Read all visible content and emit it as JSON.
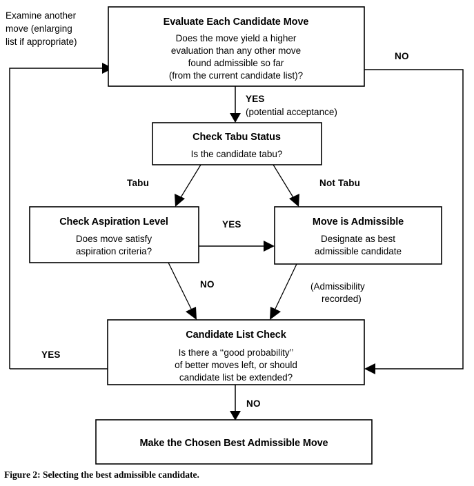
{
  "figure": {
    "caption": "Figure 2: Selecting the best admissible candidate."
  },
  "nodes": {
    "evaluate": {
      "title": "Evaluate Each Candidate Move",
      "line1": "Does the move yield a higher",
      "line2": "evaluation than any other move",
      "line3": "found admissible so far",
      "line4": "(from the current candidate list)?"
    },
    "tabu_status": {
      "title": "Check Tabu Status",
      "line1": "Is the candidate tabu?"
    },
    "aspiration": {
      "title": "Check Aspiration Level",
      "line1": "Does move satisfy",
      "line2": "aspiration criteria?"
    },
    "admissible": {
      "title": "Move is Admissible",
      "line1": "Designate as best",
      "line2": "admissible candidate"
    },
    "candidate_list": {
      "title": "Candidate List Check",
      "line1": "Is there a ‘‘good probability’’",
      "line2": "of better moves left, or should",
      "line3": "candidate list be extended?"
    },
    "make_move": {
      "title": "Make the Chosen Best Admissible Move"
    }
  },
  "annotations": {
    "reenter_note_line1": "Examine another",
    "reenter_note_line2": "move (enlarging",
    "reenter_note_line3": "list if appropriate)",
    "evaluate_no": "NO",
    "evaluate_yes": "YES",
    "evaluate_yes_sub": "(potential acceptance)",
    "tabu_branch": "Tabu",
    "not_tabu_branch": "Not Tabu",
    "aspiration_yes": "YES",
    "aspiration_no": "NO",
    "admissibility_note_line1": "(Admissibility",
    "admissibility_note_line2": "recorded)",
    "candidate_yes": "YES",
    "candidate_no": "NO"
  },
  "colors": {
    "ink": "#000000",
    "paper": "#ffffff"
  }
}
